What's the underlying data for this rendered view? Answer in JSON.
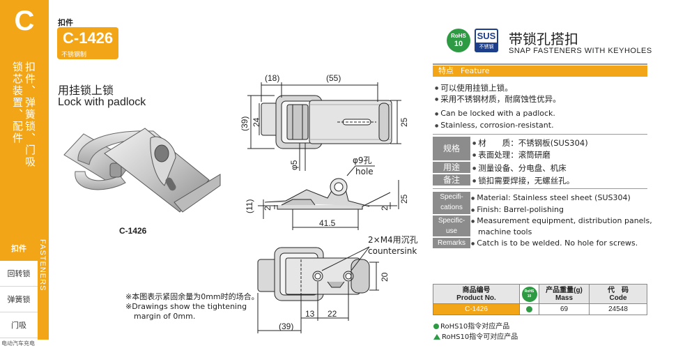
{
  "sidebar": {
    "letter": "C",
    "vertical_1": "扣件、弹簧锁、门吸",
    "vertical_2": "锁芯装置、配件",
    "menu": [
      {
        "label": "扣件"
      },
      {
        "label": "回转锁"
      },
      {
        "label": "弹簧锁"
      },
      {
        "label": "门吸"
      }
    ],
    "strip": "FASTENERS",
    "footer": "电动汽车充电"
  },
  "header": {
    "category": "扣件",
    "code": "C-1426",
    "material": "不锈钢制",
    "rohs_1": "RoHS",
    "rohs_2": "10",
    "sus_1": "SUS",
    "sus_2": "不锈钢",
    "title_cn": "带锁孔搭扣",
    "title_en": "SNAP FASTENERS WITH KEYHOLES"
  },
  "left": {
    "title_cn": "用挂锁上锁",
    "title_en": "Lock with padlock",
    "photo_label": "C-1426",
    "note_1": "※本图表示紧固余量为0mm时的场合。",
    "note_2": "※Drawings show the tightening",
    "note_3": "margin of 0mm."
  },
  "drawing": {
    "d18": "(18)",
    "d55": "(55)",
    "d39a": "(39)",
    "d24": "24",
    "d25a": "25",
    "phi5": "φ5",
    "phi9": "φ9孔",
    "hole": "hole",
    "d11": "(11)",
    "d2a": "2",
    "d2b": "2",
    "d25b": "25",
    "d415": "41.5",
    "m4": "2×M4用沉孔",
    "countersink": "countersink",
    "d20": "20",
    "d13": "13",
    "d22": "22",
    "d39b": "(39)"
  },
  "panel": {
    "feature_cn": "特点",
    "feature_en": "Feature",
    "f1": "可以使用挂锁上锁。",
    "f2": "采用不锈钢材质，耐腐蚀性优异。",
    "f3": "Can be locked with a padlock.",
    "f4": "Stainless, corrosion-resistant.",
    "spec_label": "规格",
    "spec_1": "材　　质：不锈钢板(SUS304)",
    "spec_2": "表面处理：滚筒研磨",
    "use_label": "用途",
    "use_1": "测量设备、分电盘、机床",
    "remark_label": "备注",
    "remark_1": "锁扣需要焊接，无螺丝孔。",
    "en_spec_1": "Specifi-",
    "en_spec_2": "cations",
    "en_spec_t1": "Material: Stainless steel sheet (SUS304)",
    "en_spec_t2": "Finish: Barrel-polishing",
    "en_use_1": "Specific-",
    "en_use_2": "use",
    "en_use_t1": "Measurement equipment, distribution panels,",
    "en_use_t2": "machine tools",
    "en_rem": "Remarks",
    "en_rem_t": "Catch is to be welded. No hole for screws."
  },
  "table": {
    "h_pn_cn": "商品编号",
    "h_pn_en": "Product No.",
    "h_rohs_1": "RoHS",
    "h_rohs_2": "10",
    "h_mass_cn": "产品重量(g)",
    "h_mass_en": "Mass",
    "h_code_cn": "代　码",
    "h_code_en": "Code",
    "rows": [
      {
        "pn": "C-1426",
        "mass": "69",
        "code": "24548"
      }
    ]
  },
  "legend": {
    "l1": "RoHS10指令对应产品",
    "l2": "RoHS10指令可对应产品"
  },
  "colors": {
    "accent": "#f2a517",
    "rohs": "#2e9a44",
    "sus": "#1d3f8a",
    "label_gray": "#8c8c8c"
  }
}
